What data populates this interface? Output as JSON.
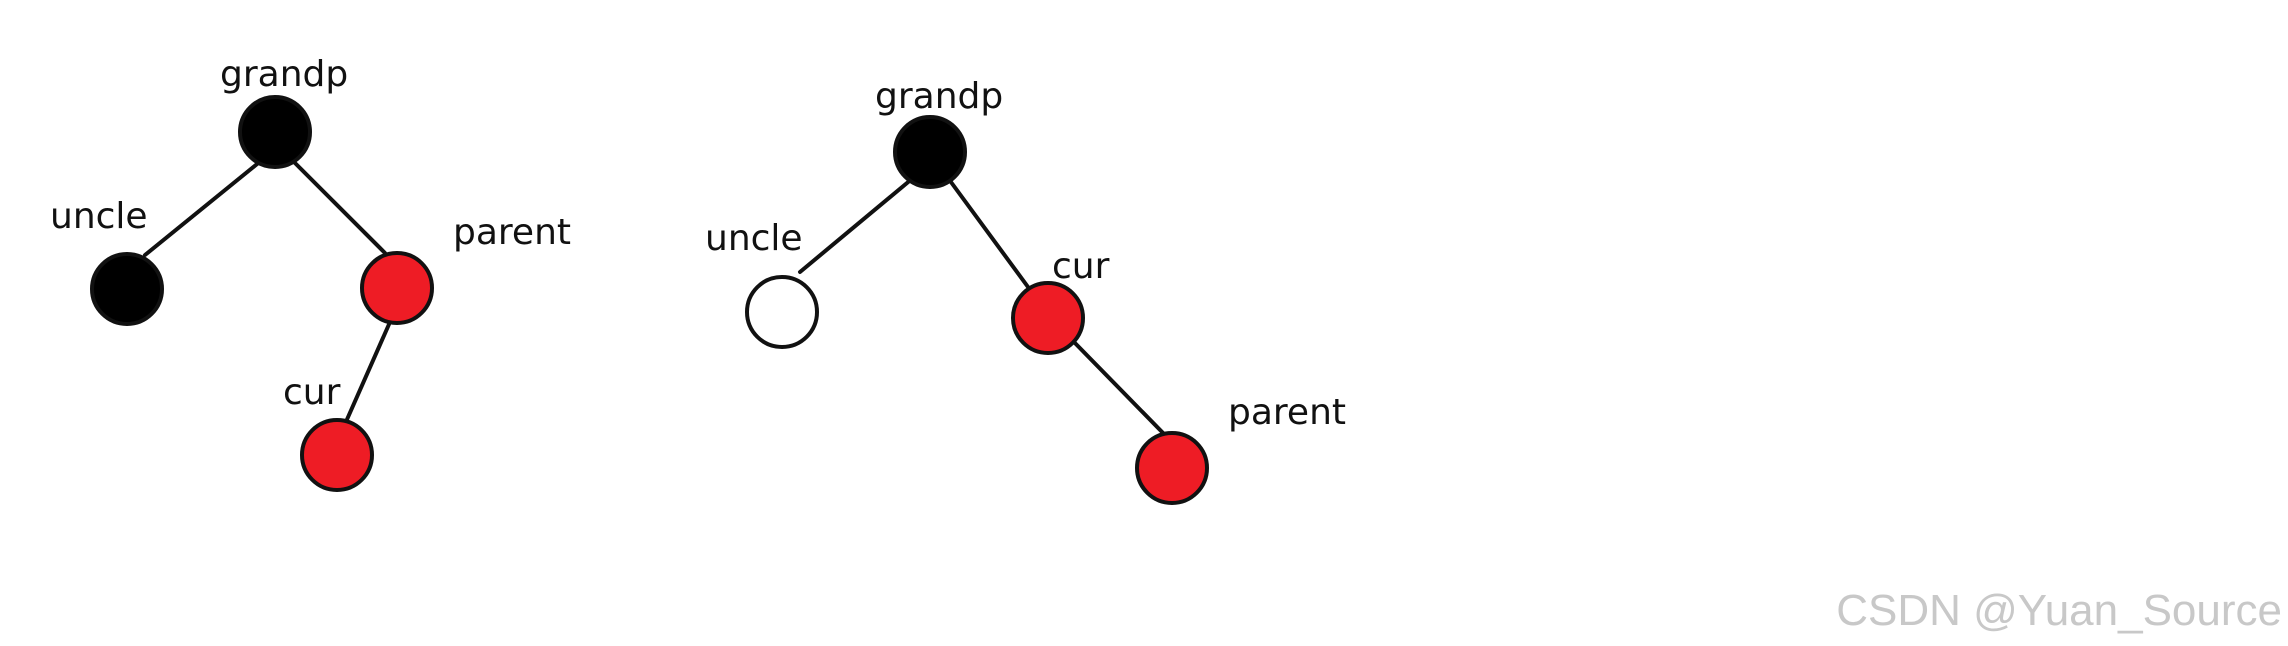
{
  "colors": {
    "black_node": "#000000",
    "red_node": "#ee1c25",
    "white_node": "#ffffff"
  },
  "trees": [
    {
      "grandp": {
        "label": "grandp",
        "color": "black"
      },
      "uncle": {
        "label": "uncle",
        "color": "black"
      },
      "parent": {
        "label": "parent",
        "color": "red"
      },
      "cur": {
        "label": "cur",
        "color": "red"
      }
    },
    {
      "grandp": {
        "label": "grandp",
        "color": "black"
      },
      "uncle": {
        "label": "uncle",
        "color": "white"
      },
      "cur": {
        "label": "cur",
        "color": "red"
      },
      "parent": {
        "label": "parent",
        "color": "red"
      }
    }
  ],
  "watermark": "CSDN @Yuan_Source"
}
